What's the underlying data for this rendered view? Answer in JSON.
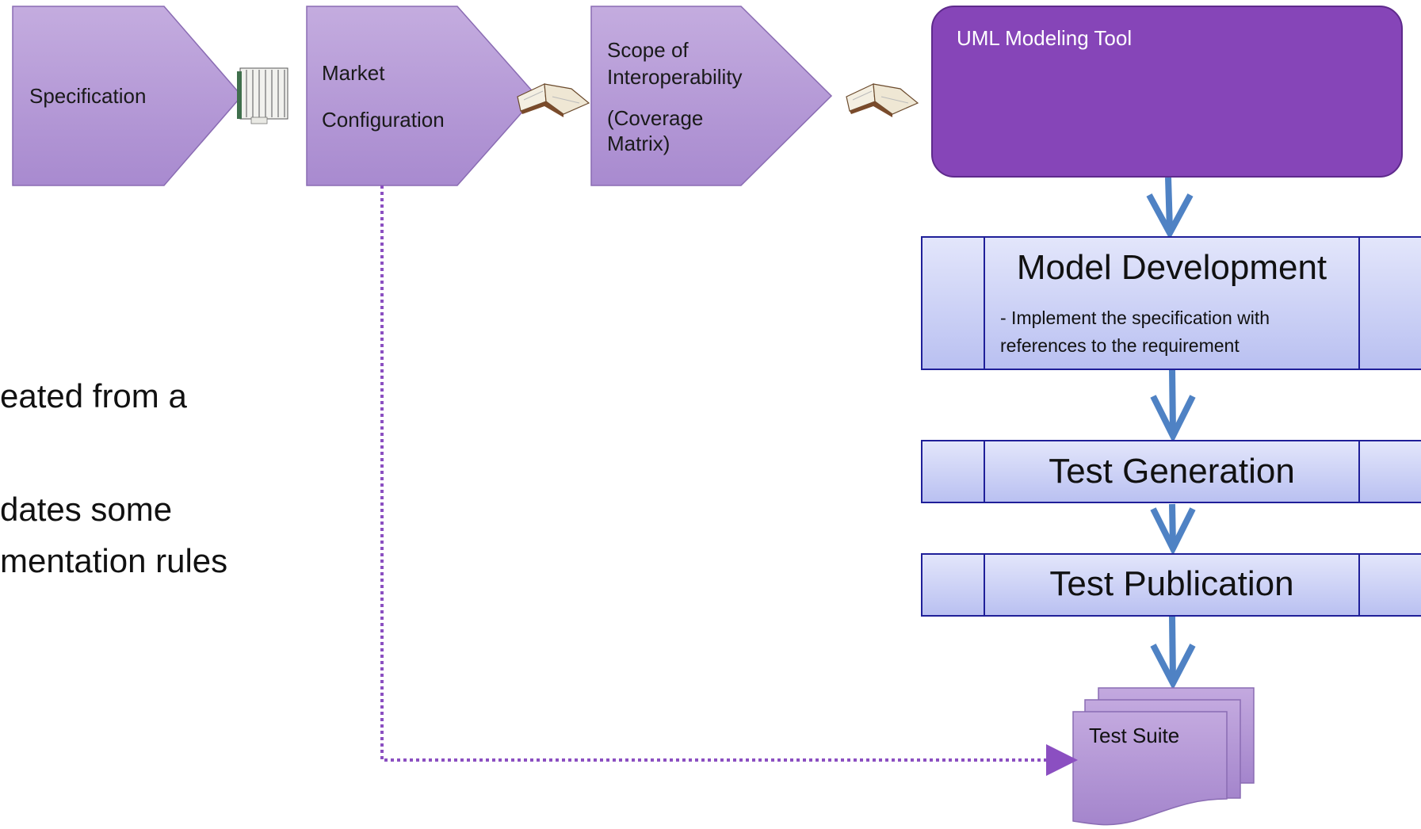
{
  "chevrons": {
    "specification": "Specification",
    "market": [
      "Market",
      "Configuration"
    ],
    "scope": [
      "Scope of",
      "Interoperability",
      "(Coverage",
      "Matrix)"
    ]
  },
  "uml_tool": {
    "title": "UML Modeling Tool"
  },
  "processes": {
    "model_development": {
      "title": "Model Development",
      "desc": [
        "- Implement the specification with",
        "references to the requirement"
      ]
    },
    "test_generation": {
      "title": "Test Generation"
    },
    "test_publication": {
      "title": "Test Publication"
    }
  },
  "test_suite": {
    "label": "Test Suite"
  },
  "side_text": [
    "eated from a",
    "dates some",
    "mentation rules"
  ],
  "icons": [
    "book-stack-icon",
    "open-book-icon",
    "open-book-icon"
  ],
  "colors": {
    "chevron_fill": "#b79bd8",
    "uml_fill": "#8645b8",
    "process_fill": "#cfd4f7",
    "process_border": "#1f1f99",
    "arrow": "#4f82c4",
    "dotted_connector": "#8b4fc1"
  }
}
